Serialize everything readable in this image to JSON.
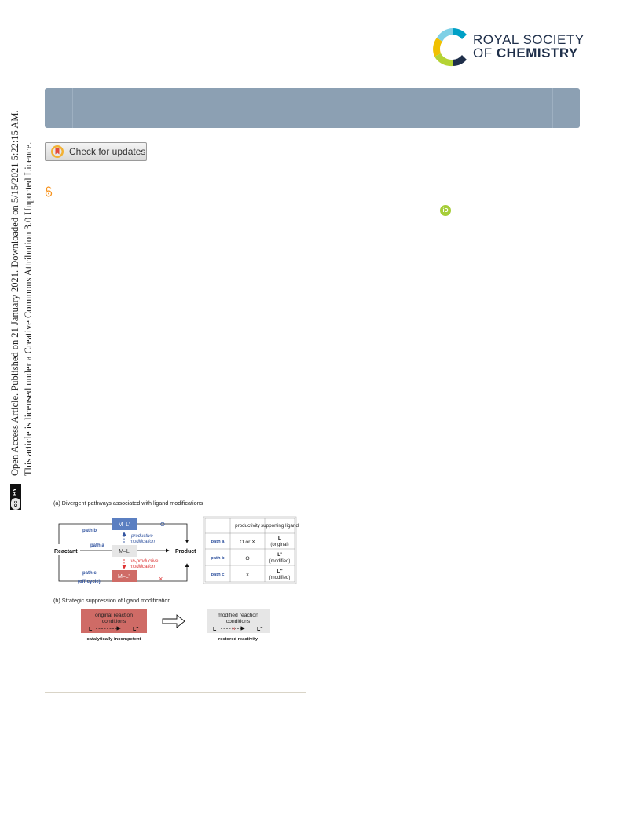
{
  "publisher": {
    "line1": "ROYAL SOCIETY",
    "line2_prefix": "OF ",
    "line2_bold": "CHEMISTRY",
    "colors": [
      "#00a0c6",
      "#f0b400",
      "#8cc63f",
      "#1f2f4a"
    ]
  },
  "banner": {
    "color": "#8ca0b3"
  },
  "check_updates": {
    "label": "Check for updates",
    "icon": "bookmark-icon"
  },
  "open_access_icon": "lock-open-icon",
  "orcid_icon": {
    "label": "iD",
    "color": "#a6ce39"
  },
  "sidebar": {
    "line1": "Open Access Article. Published on 21 January 2021. Downloaded on 5/15/2021 5:22:15 AM.",
    "line2": "This article is licensed under a Creative Commons Attribution 3.0 Unported Licence.",
    "cc_label": "cc",
    "by_label": "BY"
  },
  "figure": {
    "caption_a": "(a) Divergent pathways  associated  with  ligand modifications",
    "caption_b": "(b) Strategic suppression  of ligand modification",
    "scheme": {
      "reactant": "Reactant",
      "product": "Product",
      "path_a": "path a",
      "path_b": "path b",
      "path_c": "path c",
      "off_cycle": "(off-cycle)",
      "ml_prime": "M–L'",
      "ml": "M–L",
      "ml_dprime": "M–L\"",
      "productive_1": "productive",
      "productive_2": "modification",
      "unproductive_1": "un-productive",
      "unproductive_2": "modification",
      "circle": "O",
      "cross": "×"
    },
    "table": {
      "headers": [
        "",
        "productivity",
        "supporting ligand"
      ],
      "rows": [
        {
          "path": "path a",
          "productivity": "O or X",
          "ligand": "L",
          "note": "(original)"
        },
        {
          "path": "path b",
          "productivity": "O",
          "ligand": "L'",
          "note": "(modified)"
        },
        {
          "path": "path c",
          "productivity": "X",
          "ligand": "L\"",
          "note": "(modified)"
        }
      ]
    },
    "part_b": {
      "left_title_1": "original reaction",
      "left_title_2": "conditions",
      "left_L": "L",
      "left_L2": "L\"",
      "left_caption": "catalytically  incompetent",
      "right_title_1": "modified reaction",
      "right_title_2": "conditions",
      "right_L": "L",
      "right_L2": "L\"",
      "right_caption": "restored  reactivity"
    },
    "colors": {
      "blue": "#5b7fc1",
      "red": "#cf6b66",
      "grey": "#e6e6e6",
      "label_blue": "#3355a0",
      "red_text": "#d33"
    }
  }
}
